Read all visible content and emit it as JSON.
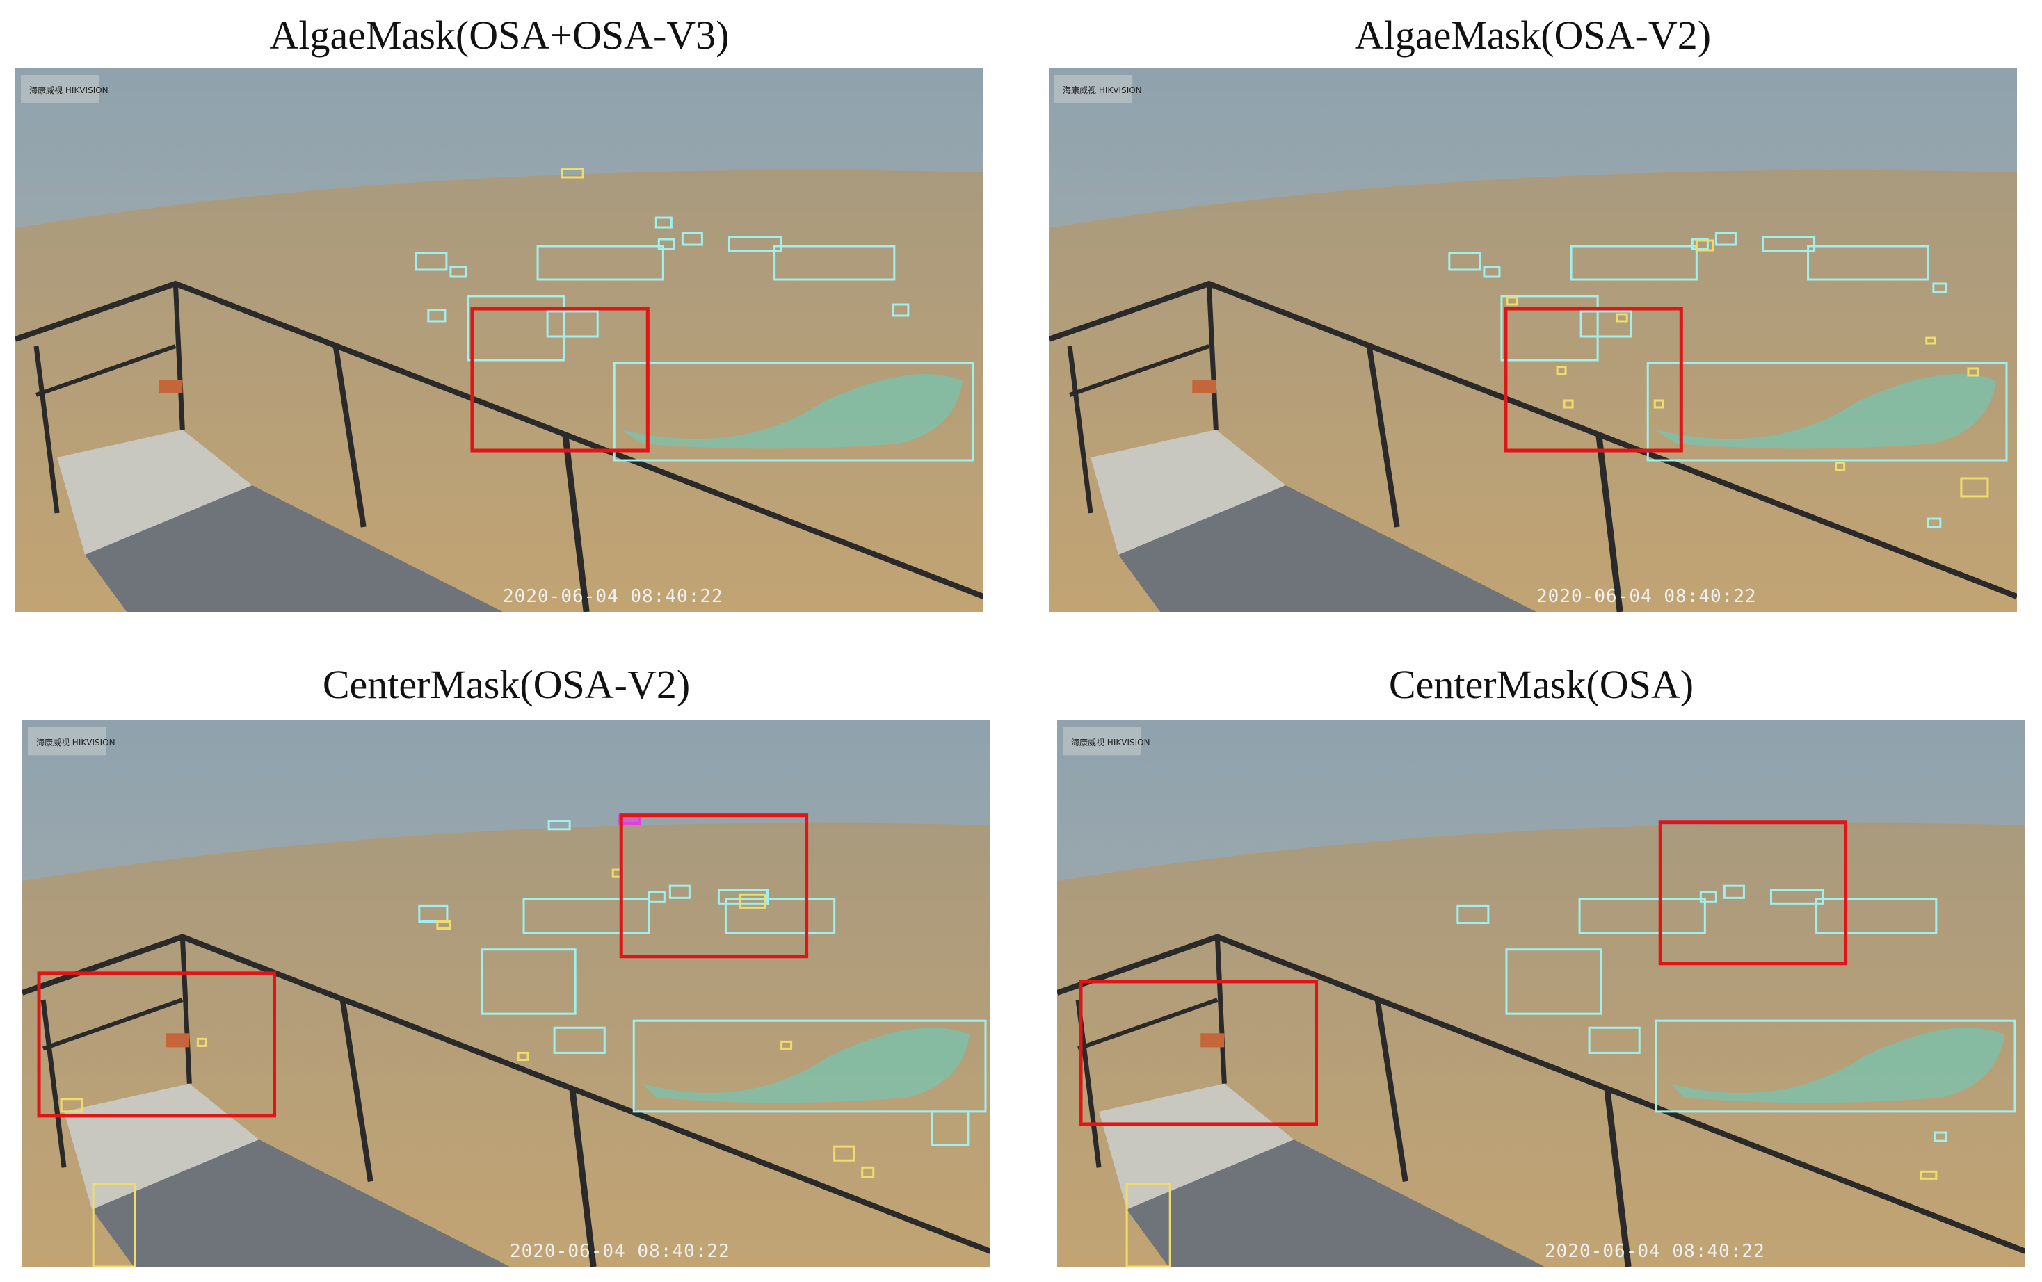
{
  "panels": [
    {
      "title": "AlgaeMask(OSA+OSA-V3)",
      "timestamp": "2020-06-04 08:40:22",
      "watermark": "海康威视 HIKVISION"
    },
    {
      "title": "AlgaeMask(OSA-V2)",
      "timestamp": "2020-06-04 08:40:22",
      "watermark": "海康威视 HIKVISION"
    },
    {
      "title": "CenterMask(OSA-V2)",
      "timestamp": "2020-06-04 08:40:22",
      "watermark": "海康威视 HIKVISION"
    },
    {
      "title": "CenterMask(OSA)",
      "timestamp": "2020-06-04 08:40:22",
      "watermark": "海康威视 HIKVISION"
    }
  ],
  "colors": {
    "sky": "#a9b6bd",
    "water": "#b59a6a",
    "algae_box": "#9ff0ee",
    "algae_fill": "#7fbfa8",
    "false_detection_box": "#f0dc6a",
    "highlight_box": "#e01515",
    "other_class_box": "#e040e0"
  }
}
